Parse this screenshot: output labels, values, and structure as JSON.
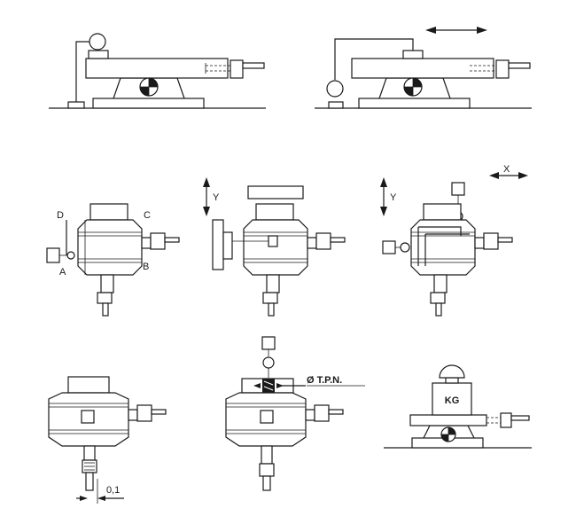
{
  "figure": {
    "corner_labels": {
      "a": "A",
      "b": "B",
      "c": "C",
      "d": "D"
    },
    "axis_labels": {
      "x": "X",
      "y1": "Y",
      "y2": "Y"
    },
    "tolerance_label": "0,1",
    "tpn_label": "Ø T.P.N.",
    "weight_label": "KG"
  }
}
